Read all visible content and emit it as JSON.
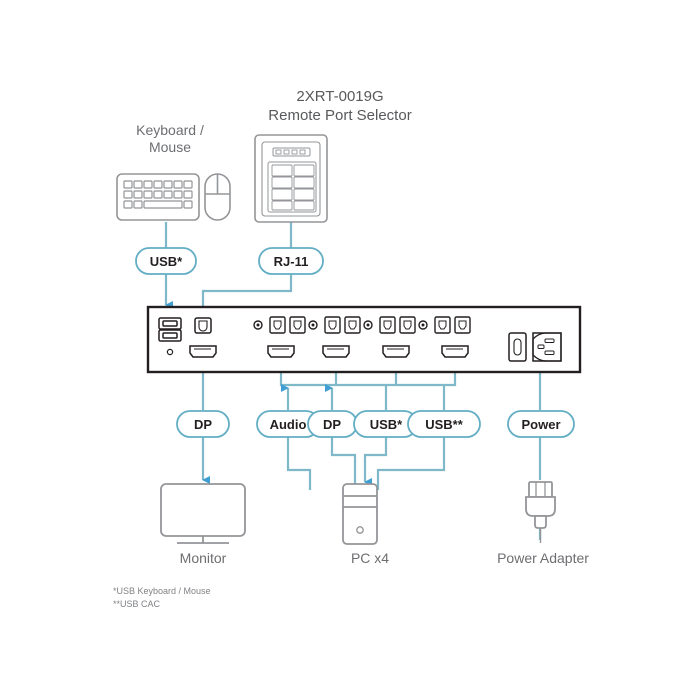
{
  "diagram": {
    "title_line1": "2XRT-0019G",
    "title_line2": "Remote Port Selector",
    "accent_line": "#7fb8c9",
    "accent_arrow": "#3f9fd2",
    "oval_stroke": "#63aec4",
    "device_stroke": "#939598",
    "panel_stroke": "#231f20"
  },
  "devices": {
    "keyboard_mouse": "Keyboard /\nMouse",
    "keyboard_mouse_line1": "Keyboard /",
    "keyboard_mouse_line2": "Mouse",
    "monitor": "Monitor",
    "pc": "PC x4",
    "power_adapter": "Power Adapter"
  },
  "connectors": {
    "usb_console": "USB*",
    "rj11": "RJ-11",
    "dp_console": "DP",
    "audio": "Audio",
    "dp_pc": "DP",
    "usb_pc": "USB*",
    "usb_cac": "USB**",
    "power": "Power"
  },
  "footnotes": {
    "one": "*USB Keyboard / Mouse",
    "two": "**USB CAC"
  },
  "panel": {
    "console_usb_ports": 2,
    "rj11_ports": 1,
    "pc_groups": 4,
    "audio_jacks_per_group": 1,
    "usb_b_per_group": 2,
    "displayports_total": 5,
    "power_switch": 1,
    "iec_inlet": 1
  },
  "remote_selector": {
    "leds": 4,
    "button_rows": 4,
    "button_cols": 2
  },
  "icons": {
    "keyboard": "keyboard-icon",
    "mouse": "mouse-icon",
    "monitor": "monitor-icon",
    "pc_tower": "pc-tower-icon",
    "power_plug": "power-plug-icon",
    "remote": "remote-port-selector-icon",
    "usb_a": "usb-a-port-icon",
    "usb_b": "usb-b-port-icon",
    "rj11": "rj11-port-icon",
    "displayport": "displayport-icon",
    "audio_jack": "audio-jack-icon",
    "iec": "iec-power-inlet-icon",
    "rocker": "power-switch-icon"
  }
}
